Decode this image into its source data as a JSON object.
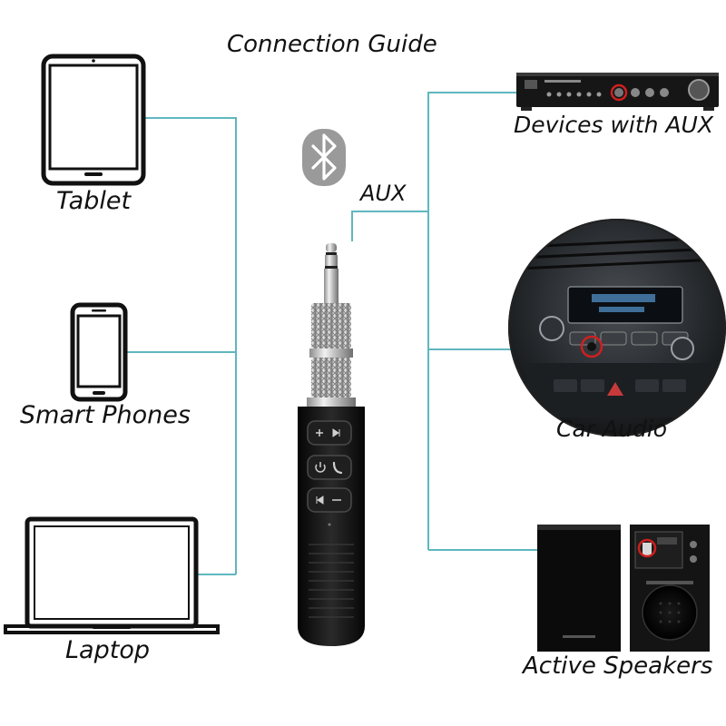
{
  "title": "Connection Guide",
  "aux_label": "AUX",
  "devices": {
    "tablet": "Tablet",
    "phone": "Smart Phones",
    "laptop": "Laptop",
    "aux_devices": "Devices with AUX",
    "car": "Car Audio",
    "speakers": "Active Speakers"
  },
  "icons": {
    "bluetooth": "bluetooth-icon",
    "tablet": "tablet-icon",
    "phone": "smartphone-icon",
    "laptop": "laptop-icon",
    "receiver_buttons": [
      "plus-next-icon",
      "power-phone-icon",
      "previous-minus-icon"
    ]
  },
  "colors": {
    "connector_line": "#5fb7bf",
    "device_stroke": "#111111",
    "receiver_body": "#161616",
    "jack_metal": "#c9c9c9",
    "highlight_ring": "#d01f1f"
  }
}
